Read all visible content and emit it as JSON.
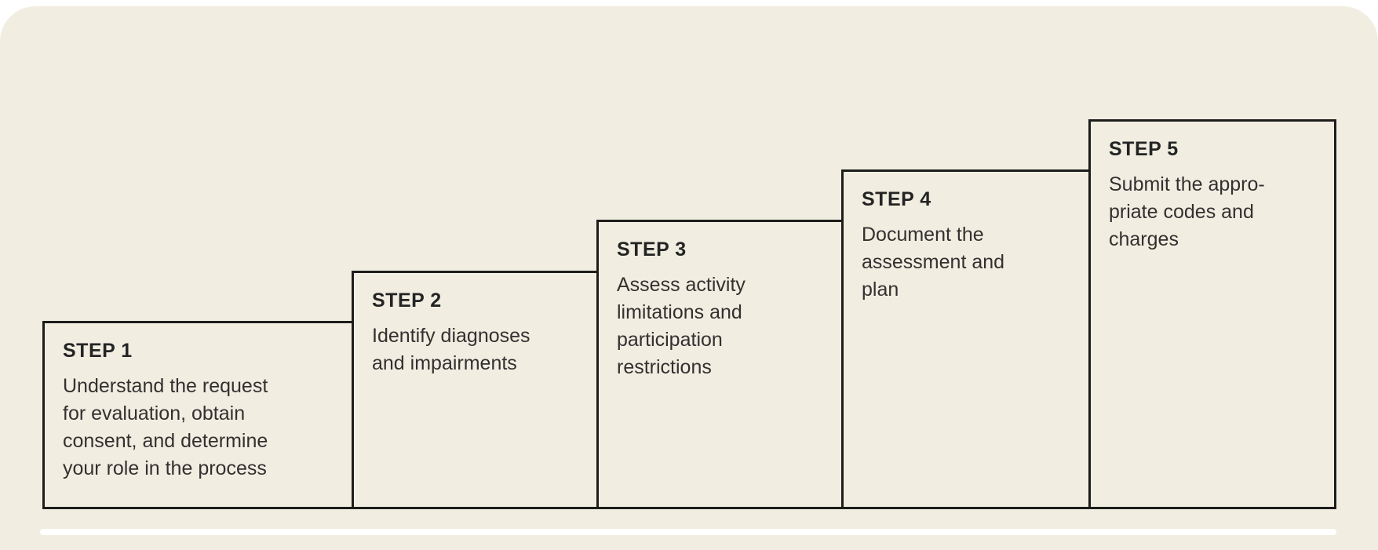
{
  "steps": [
    {
      "label": "STEP 1",
      "body": "Understand the request\nfor evaluation, obtain\nconsent, and determine\nyour role in the process"
    },
    {
      "label": "STEP 2",
      "body": "Identify diagnoses\nand impairments"
    },
    {
      "label": "STEP 3",
      "body": "Assess activity\nlimitations and\nparticipation\nrestrictions"
    },
    {
      "label": "STEP 4",
      "body": "Document the\nassessment and\nplan"
    },
    {
      "label": "STEP 5",
      "body": "Submit the appro-\npriate codes and\ncharges"
    }
  ],
  "colors": {
    "page-bg": "#ffffff",
    "panel-bg": "#f1ede1",
    "box-border": "#1d1d1b",
    "heading-text": "#242424",
    "body-text": "#333130",
    "baseline": "#ffffff"
  }
}
